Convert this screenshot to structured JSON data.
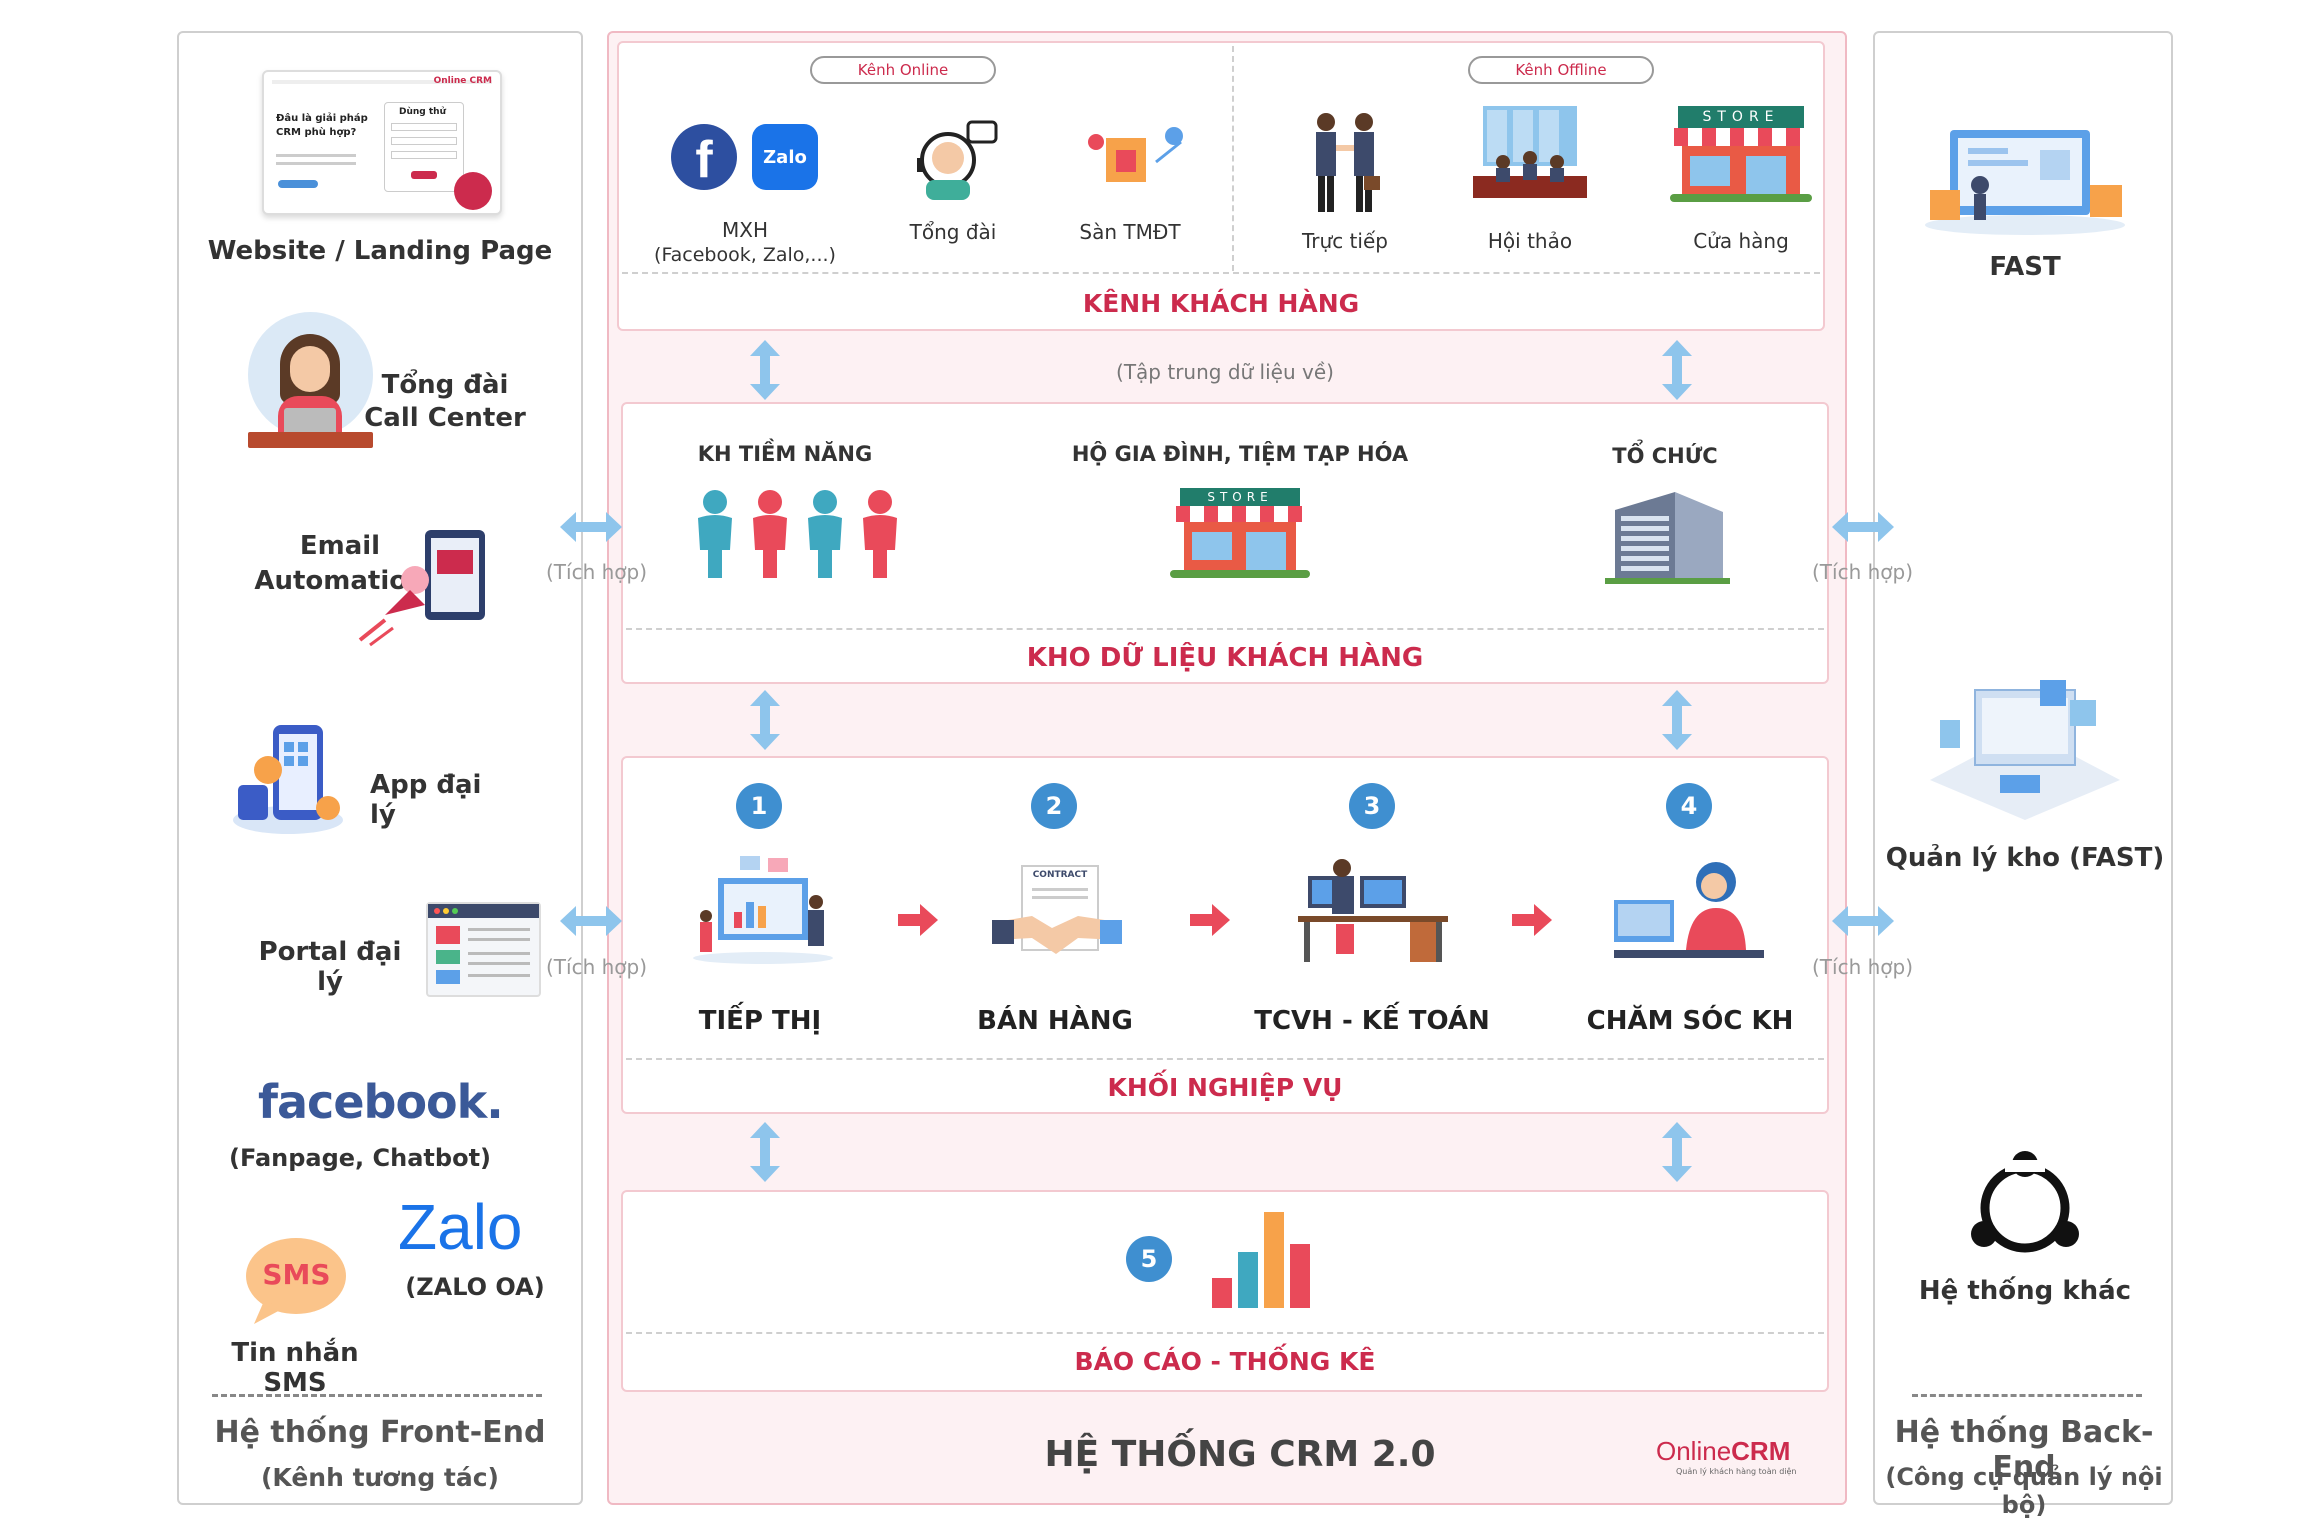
{
  "frontend": {
    "website_label": "Website / Landing Page",
    "website_mock_title": "Đâu là giải pháp CRM phù hợp?",
    "website_mock_form": "Dùng thử",
    "website_mock_logo": "Online CRM",
    "callcenter_label_1": "Tổng đài",
    "callcenter_label_2": "Call Center",
    "email_label_1": "Email",
    "email_label_2": "Automation",
    "app_label": "App đại lý",
    "portal_label": "Portal đại lý",
    "facebook_logo": "facebook.",
    "facebook_sub": "(Fanpage, Chatbot)",
    "zalo_logo": "Zalo",
    "zalo_sub": "(ZALO OA)",
    "sms_badge": "SMS",
    "sms_label": "Tin nhắn SMS",
    "footer_title": "Hệ thống Front-End",
    "footer_sub": "(Kênh tương tác)"
  },
  "backend": {
    "fast_label": "FAST",
    "warehouse_label": "Quản lý kho (FAST)",
    "other_label": "Hệ thống khác",
    "footer_title": "Hệ thống Back-End",
    "footer_sub": "(Công cụ quản lý nội bộ)"
  },
  "integration_label": "(Tích hợp)",
  "channels": {
    "online_pill": "Kênh Online",
    "offline_pill": "Kênh Offline",
    "zalo_icon_text": "Zalo",
    "mxh_1": "MXH",
    "mxh_2": "(Facebook, Zalo,...)",
    "tongdai": "Tổng đài",
    "tmdt": "Sàn TMĐT",
    "tructiep": "Trực tiếp",
    "hoithao": "Hội thảo",
    "cuahang": "Cửa hàng",
    "store_sign": "STORE",
    "title": "KÊNH KHÁCH HÀNG"
  },
  "centralize_label": "(Tập trung dữ liệu về)",
  "data_store": {
    "kh_tiem_nang": "KH TIỀM NĂNG",
    "ho_gia_dinh": "HỘ GIA ĐÌNH, TIỆM TẠP HÓA",
    "to_chuc": "TỔ CHỨC",
    "store_sign": "STORE",
    "title": "KHO DỮ LIỆU KHÁCH HÀNG"
  },
  "business": {
    "steps": [
      {
        "num": "1",
        "label": "TIẾP THỊ"
      },
      {
        "num": "2",
        "label": "BÁN HÀNG"
      },
      {
        "num": "3",
        "label": "TCVH - KẾ TOÁN"
      },
      {
        "num": "4",
        "label": "CHĂM SÓC KH"
      }
    ],
    "contract_text": "CONTRACT",
    "title": "KHỐI NGHIỆP VỤ"
  },
  "report": {
    "num": "5",
    "title": "BÁO CÁO - THỐNG KÊ"
  },
  "crm_title": "HỆ THỐNG CRM 2.0",
  "logo": {
    "text_1": "Online",
    "text_2": "CRM",
    "tagline": "Quản lý khách hàng toàn diện"
  },
  "colors": {
    "accent_red": "#cc2b4d",
    "accent_blue": "#3f8fd0",
    "arrow_blue": "#8ec5ec",
    "crm_panel_bg": "#fdf1f3",
    "crm_panel_border": "#f0b9c3"
  }
}
